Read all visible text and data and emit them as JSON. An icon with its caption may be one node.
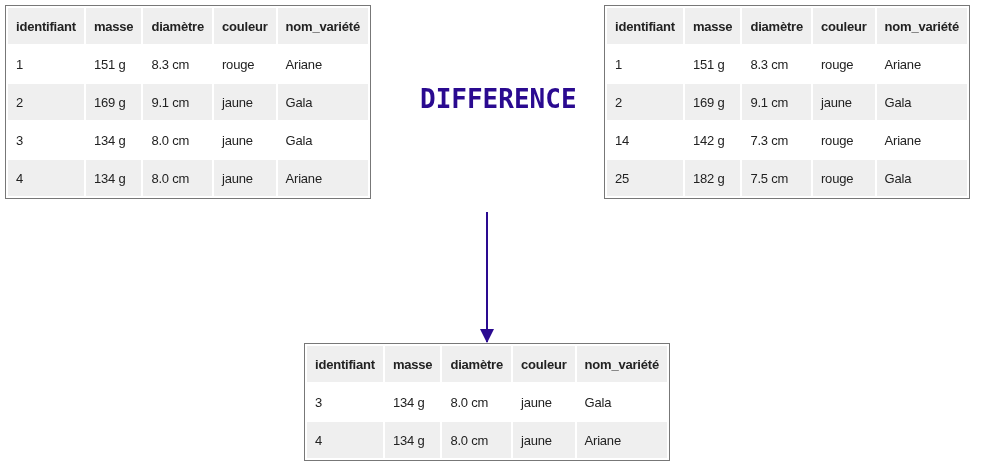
{
  "diagram": {
    "nodes": [
      {
        "text": [
          "identifiant",
          "masse",
          "diamètre",
          "couleur",
          "nom_variété",
          "1",
          "151 g",
          "8.3 cm",
          "rouge",
          "Ariane",
          "2",
          "169 g",
          "9.1 cm",
          "jaune",
          "Gala",
          "3",
          "134 g",
          "8.0 cm",
          "jaune",
          "Gala",
          "4",
          "134 g",
          "8.0 cm",
          "jaune",
          "Ariane"
        ]
      },
      {
        "text": [
          "identifiant",
          "masse",
          "diamètre",
          "couleur",
          "nom_variété",
          "1",
          "151 g",
          "8.3 cm",
          "rouge",
          "Ariane",
          "2",
          "169 g",
          "9.1 cm",
          "jaune",
          "Gala",
          "14",
          "142 g",
          "7.3 cm",
          "rouge",
          "Ariane",
          "25",
          "182 g",
          "7.5 cm",
          "rouge",
          "Gala"
        ]
      },
      {
        "text": [
          "identifiant",
          "masse",
          "diamètre",
          "couleur",
          "nom_variété",
          "3",
          "134 g",
          "8.0 cm",
          "jaune",
          "Gala",
          "4",
          "134 g",
          "8.0 cm",
          "jaune",
          "Ariane"
        ]
      }
    ],
    "edges": [
      {
        "from": null,
        "to": 2,
        "arrow": "to"
      }
    ],
    "labels": [
      "DIFFERENCE"
    ]
  }
}
